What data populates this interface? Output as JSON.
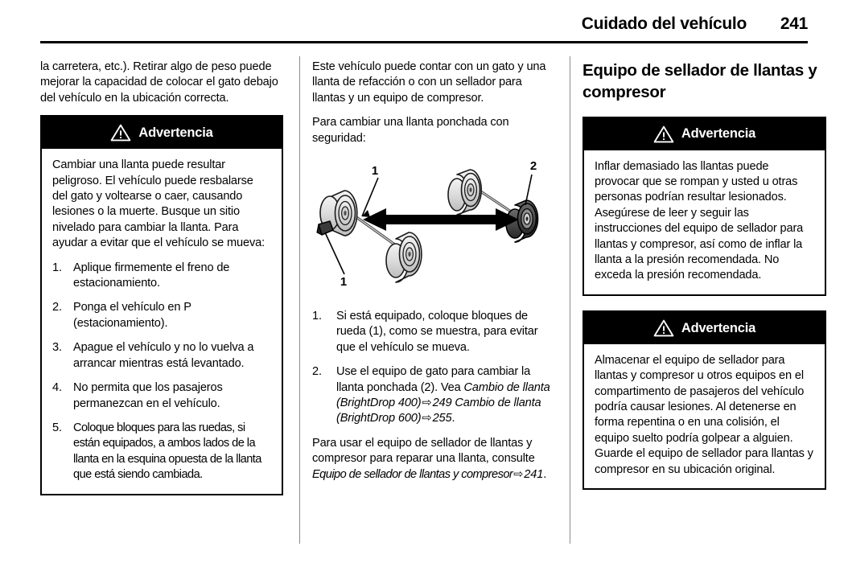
{
  "header": {
    "title": "Cuidado del vehículo",
    "page_number": "241"
  },
  "left_column": {
    "intro_paragraph": "la carretera, etc.). Retirar algo de peso puede mejorar la capacidad de colocar el gato debajo del vehículo en la ubicación correcta.",
    "warning": {
      "title": "Advertencia",
      "icon": "warning-triangle-icon",
      "paragraph": "Cambiar una llanta puede resultar peligroso. El vehículo puede resbalarse del gato y voltearse o caer, causando lesiones o la muerte. Busque un sitio nivelado para cambiar la llanta. Para ayudar a evitar que el vehículo se mueva:",
      "steps": [
        {
          "marker": "1.",
          "text": "Aplique firmemente el freno de estacionamiento."
        },
        {
          "marker": "2.",
          "text": "Ponga el vehículo en P (estacionamiento)."
        },
        {
          "marker": "3.",
          "text": "Apague el vehículo y no lo vuelva a arrancar mientras está levantado."
        },
        {
          "marker": "4.",
          "text": "No permita que los pasajeros permanezcan en el vehículo."
        },
        {
          "marker": "5.",
          "text": "Coloque bloques para las ruedas, si están equipados, a ambos lados de la llanta en la esquina opuesta de la llanta que está siendo cambiada."
        }
      ]
    }
  },
  "middle_column": {
    "paragraph_1": "Este vehículo puede contar con un gato y una llanta de refacción o con un sellador para llantas y un equipo de compresor.",
    "paragraph_2": "Para cambiar una llanta ponchada con seguridad:",
    "illustration": {
      "name": "wheel-chock-and-flat-tire-diagram",
      "callouts": [
        {
          "label": "1",
          "meaning": "bloques de rueda"
        },
        {
          "label": "2",
          "meaning": "llanta ponchada"
        }
      ]
    },
    "steps": [
      {
        "marker": "1.",
        "text": "Si está equipado, coloque bloques de rueda (1), como se muestra, para evitar que el vehículo se mueva."
      },
      {
        "marker": "2.",
        "text_before": "Use el equipo de gato para cambiar la llanta ponchada (2). Vea ",
        "xref_1": "Cambio de llanta (BrightDrop 400)",
        "arrow_1": "⇨",
        "page_1": "249",
        "xref_2": "Cambio de llanta (BrightDrop 600)",
        "arrow_2": "⇨",
        "page_2": "255",
        "text_after": "."
      }
    ],
    "closing_paragraph": {
      "text_before": "Para usar el equipo de sellador de llantas y compresor para reparar una llanta, consulte ",
      "xref": "Equipo de sellador de llantas y compresor",
      "arrow": "⇨",
      "page": "241",
      "text_after": "."
    }
  },
  "right_column": {
    "heading": "Equipo de sellador de llantas y compresor",
    "warnings": [
      {
        "title": "Advertencia",
        "icon": "warning-triangle-icon",
        "paragraph": "Inflar demasiado las llantas puede provocar que se rompan y usted u otras personas podrían resultar lesionados. Asegúrese de leer y seguir las instrucciones del equipo de sellador para llantas y compresor, así como de inflar la llanta a la presión recomendada. No exceda la presión recomendada."
      },
      {
        "title": "Advertencia",
        "icon": "warning-triangle-icon",
        "paragraph": "Almacenar el equipo de sellador para llantas y compresor u otros equipos en el compartimento de pasajeros del vehículo podría causar lesiones. Al detenerse en forma repentina o en una colisión, el equipo suelto podría golpear a alguien. Guarde el equipo de sellador para llantas y compresor en su ubicación original."
      }
    ]
  },
  "colors": {
    "warning_header_bg": "#000000",
    "warning_header_text": "#ffffff",
    "page_bg": "#ffffff",
    "text": "#000000",
    "divider": "#8c8c8c"
  }
}
